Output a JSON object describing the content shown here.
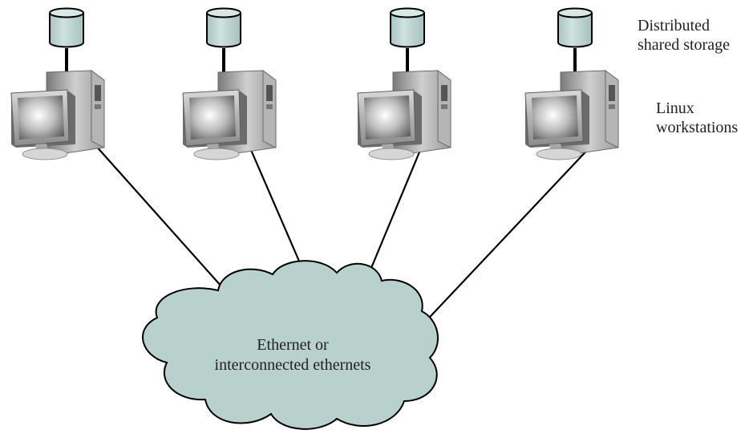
{
  "labels": {
    "storage_line1": "Distributed",
    "storage_line2": "shared storage",
    "workstations_line1": "Linux",
    "workstations_line2": "workstations"
  },
  "network": {
    "line1": "Ethernet or",
    "line2": "interconnected ethernets"
  },
  "nodes": [
    {
      "storage": "storage-cylinder-icon",
      "workstation": "desktop-computer-icon"
    },
    {
      "storage": "storage-cylinder-icon",
      "workstation": "desktop-computer-icon"
    },
    {
      "storage": "storage-cylinder-icon",
      "workstation": "desktop-computer-icon"
    },
    {
      "storage": "storage-cylinder-icon",
      "workstation": "desktop-computer-icon"
    }
  ],
  "colors": {
    "cloud_fill": "#b9d1cd",
    "storage_fill": "#bfd6d3",
    "line": "#000000"
  }
}
